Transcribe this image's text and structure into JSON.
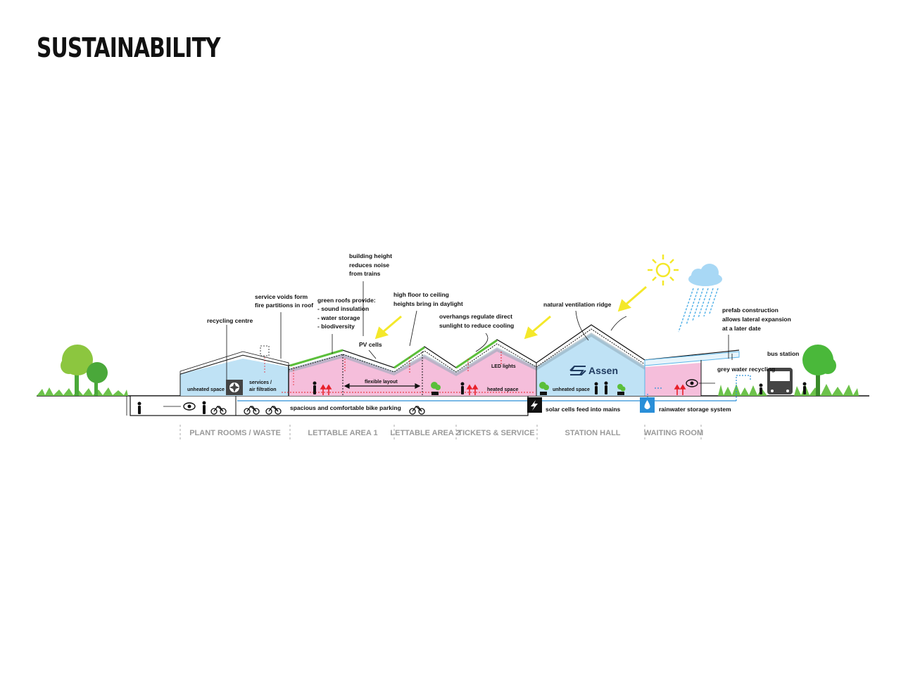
{
  "title": "SUSTAINABILITY",
  "colors": {
    "heated": "#f5bedb",
    "unheated": "#bfe2f5",
    "green": "#5bbf3a",
    "sun": "#f4e82a",
    "rain": "#5ab4e8",
    "heat_arrow": "#e8202a",
    "water": "#2a8fd8"
  },
  "annotations": {
    "recycling": "recycling centre",
    "service_voids_1": "service voids form",
    "service_voids_2": "fire partitions in roof",
    "green_roofs_1": "green roofs provide:",
    "green_roofs_2": "- sound insulation",
    "green_roofs_3": "- water storage",
    "green_roofs_4": "- biodiversity",
    "building_height_1": "building height",
    "building_height_2": "reduces noise",
    "building_height_3": "from trains",
    "pv_cells": "PV cells",
    "high_floor_1": "high floor to ceiling",
    "high_floor_2": "heights bring in daylight",
    "overhangs_1": "overhangs regulate direct",
    "overhangs_2": "sunlight to reduce cooling",
    "natural_ventilation": "natural ventilation ridge",
    "prefab_1": "prefab construction",
    "prefab_2": "allows lateral expansion",
    "prefab_3": "at a later date",
    "bus_station": "bus station",
    "grey_water": "grey water recycling",
    "unheated_space_left": "unheated space",
    "services_1": "services /",
    "services_2": "air filtration",
    "flexible_layout": "flexible layout",
    "led_lights": "LED lights",
    "heated_space": "heated space",
    "unheated_space_hall": "unheated space",
    "brand": "Assen",
    "bike_parking": "spacious and comfortable bike parking",
    "solar_feed": "solar cells feed into mains",
    "rainwater": "rainwater storage system"
  },
  "zones": [
    "PLANT ROOMS / WASTE",
    "LETTABLE AREA 1",
    "LETTABLE AREA 2",
    "TICKETS & SERVICE",
    "STATION HALL",
    "WAITING ROOM"
  ],
  "icons": [
    "sun-icon",
    "cloud-icon",
    "rain-icon",
    "tree-icon",
    "bus-icon",
    "bicycle-icon",
    "eye-icon",
    "lightning-icon",
    "water-drop-icon",
    "fan-icon",
    "person-icon",
    "plant-icon",
    "ns-logo-icon"
  ]
}
